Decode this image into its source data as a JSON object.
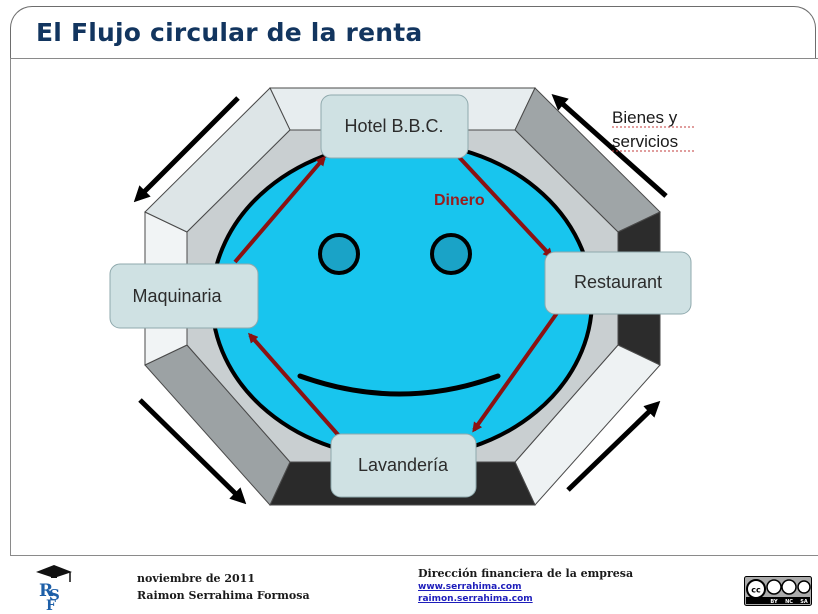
{
  "slide": {
    "title": "El Flujo circular de la renta"
  },
  "diagram": {
    "nodes": {
      "hotel": "Hotel B.B.C.",
      "restaurant": "Restaurant",
      "lavanderia": "Lavandería",
      "maquinaria": "Maquinaria"
    },
    "money_label": "Dinero",
    "goods_label_line1": "Bienes y",
    "goods_label_line2": "servicios"
  },
  "footer": {
    "date": "noviembre de 2011",
    "author": "Raimon Serrahima Formosa",
    "course": "Dirección financiera de la empresa",
    "link1": "www.serrahima.com",
    "link2": "raimon.serrahima.com",
    "logo_text": "RSF",
    "license": {
      "symbol": "cc",
      "terms": [
        "BY",
        "NC",
        "SA"
      ]
    }
  },
  "colors": {
    "title": "#12355f",
    "face": "#18c5ee",
    "eyes": "#1aa3c7",
    "money_arrow": "#8b1212",
    "node_fill": "#cfe1e3"
  }
}
